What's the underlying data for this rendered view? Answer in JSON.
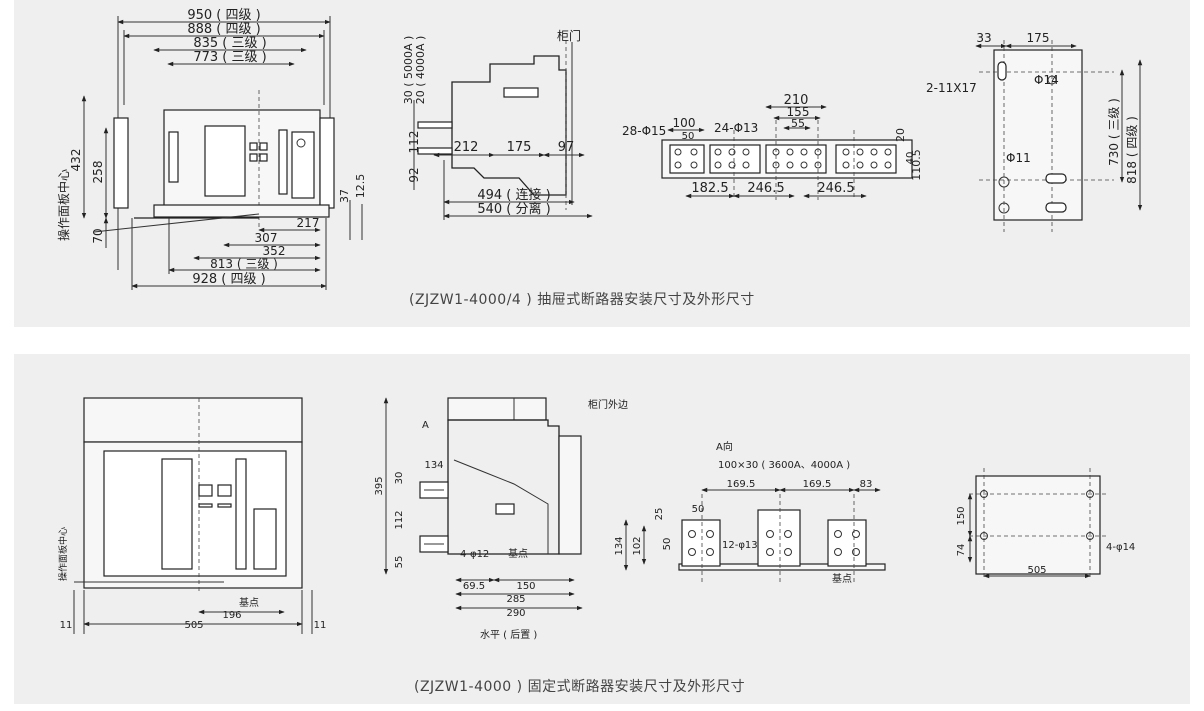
{
  "top": {
    "caption": "(ZJZW1-4000/4 ) 抽屉式断路器安装尺寸及外形尺寸",
    "front": {
      "dims_top": [
        "950 ( 四级 )",
        "888 ( 四级 )",
        "835 ( 三级 )",
        "773 ( 三级 )"
      ],
      "dims_bottom": [
        "217",
        "307",
        "352",
        "813 ( 三级 )",
        "928 ( 四级 )"
      ],
      "dims_left": [
        "432",
        "258",
        "70"
      ],
      "dims_right": [
        "37",
        "12.5"
      ],
      "vertical_label": "操作面板中心"
    },
    "side": {
      "top_label": "柜门",
      "dims_left": [
        "30 ( 5000A )",
        "20 ( 4000A )",
        "112",
        "92"
      ],
      "dims_h": [
        "212",
        "175",
        "97",
        "494 ( 连接 )",
        "540 ( 分离 )"
      ]
    },
    "busbar": {
      "hole_labels": [
        "28-Φ15",
        "24-Φ13"
      ],
      "dims_top": [
        "100",
        "50",
        "210",
        "155",
        "55"
      ],
      "dims_bottom": [
        "182.5",
        "246.5",
        "246.5"
      ],
      "dims_right": [
        "20",
        "40",
        "110.5"
      ]
    },
    "mount": {
      "dims_top": [
        "33",
        "175"
      ],
      "slot_label": "2-11X17",
      "hole_labels": [
        "Φ14",
        "Φ11"
      ],
      "dims_right": [
        "730 ( 三级 )",
        "818 ( 四级 )"
      ]
    }
  },
  "bottom": {
    "caption": "(ZJZW1-4000 ) 固定式断路器安装尺寸及外形尺寸",
    "front": {
      "vertical_label": "操作面板中心",
      "base_label": "基点",
      "dims": [
        "11",
        "505",
        "196",
        "11"
      ]
    },
    "side": {
      "top_label": "柜门外边",
      "arrow_label": "A",
      "dims_v": [
        "395",
        "30",
        "112",
        "55"
      ],
      "dims_h": [
        "134",
        "69.5",
        "150",
        "285",
        "290"
      ],
      "hole_label": "4-φ12",
      "base_label": "基点",
      "bottom_label": "水平 ( 后置 )"
    },
    "busbar": {
      "view_label": "A向",
      "spec_label": "100×30 ( 3600A、4000A )",
      "dims_top": [
        "169.5",
        "169.5",
        "83"
      ],
      "dims_left": [
        "134",
        "102",
        "25",
        "50",
        "50"
      ],
      "hole_label": "12-φ13",
      "base_label": "基点"
    },
    "mount": {
      "dims_v": [
        "150",
        "74"
      ],
      "dims_h": [
        "505"
      ],
      "hole_label": "4-φ14"
    }
  }
}
